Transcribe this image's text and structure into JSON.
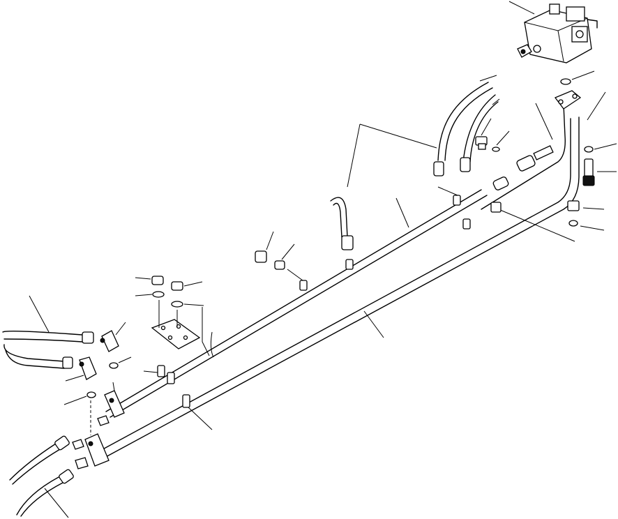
{
  "diagram": {
    "colors": {
      "line": "#000000",
      "background": "#ffffff"
    },
    "parts": [
      {
        "id": "control-valve",
        "kind": "valve-block"
      },
      {
        "id": "supply-pipe-upper",
        "kind": "steel-pipe"
      },
      {
        "id": "return-pipe-lower",
        "kind": "steel-pipe"
      },
      {
        "id": "hose-left-1",
        "kind": "hose"
      },
      {
        "id": "hose-left-2",
        "kind": "hose"
      },
      {
        "id": "hose-bottom-1",
        "kind": "hose"
      },
      {
        "id": "hose-bottom-2",
        "kind": "hose"
      },
      {
        "id": "hose-top-pair",
        "kind": "hose"
      },
      {
        "id": "mount-bracket",
        "kind": "plate"
      },
      {
        "id": "front-connector-block",
        "kind": "tee-block"
      },
      {
        "id": "rear-connector-block",
        "kind": "tee-block"
      }
    ]
  }
}
